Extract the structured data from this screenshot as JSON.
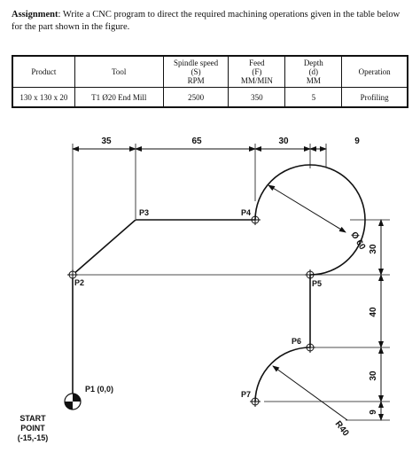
{
  "assignment": {
    "label": "Assignment",
    "text": ": Write a CNC program to direct the required machining operations given in the table below for the part shown in the figure."
  },
  "table": {
    "headers": [
      "Product",
      "Tool",
      "Spindle speed\n(S)\nRPM",
      "Feed\n(F)\nMM/MIN",
      "Depth\n(d)\nMM",
      "Operation"
    ],
    "row": [
      "130 x 130 x 20",
      "T1 Ø20 End Mill",
      "2500",
      "350",
      "5",
      "Profiling"
    ]
  },
  "figure": {
    "top_dims": [
      "35",
      "65",
      "30",
      "9"
    ],
    "right_dims": [
      "30",
      "40",
      "30",
      "9"
    ],
    "diameter_label": "Ø 60",
    "radius_label": "R40",
    "points": {
      "p1": "P1 (0,0)",
      "p2": "P2",
      "p3": "P3",
      "p4": "P4",
      "p5": "P5",
      "p6": "P6",
      "p7": "P7"
    },
    "start_point": [
      "START",
      "POINT",
      "(-15,-15)"
    ]
  }
}
